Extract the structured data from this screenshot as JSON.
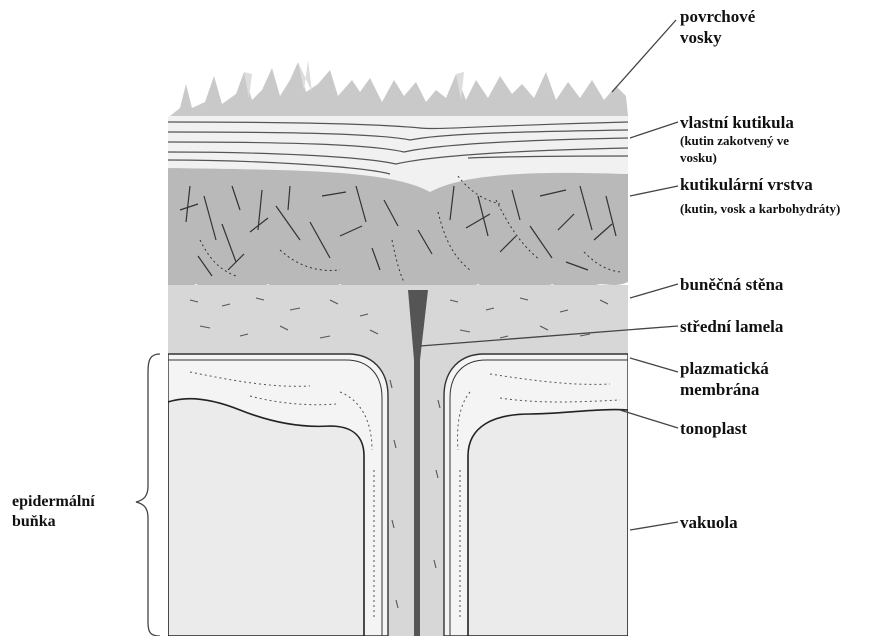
{
  "labels": {
    "surface_waxes": {
      "line1": "povrchové",
      "line2": "vosky"
    },
    "cuticle_proper": {
      "title": "vlastní kutikula",
      "note1": "(kutin zakotvený ve",
      "note2": "vosku)"
    },
    "cuticular_layer": {
      "title": "kutikulární vrstva",
      "note": "(kutin, vosk a karbohydráty)"
    },
    "cell_wall": "buněčná stěna",
    "middle_lamella": "střední lamela",
    "plasma_membrane": {
      "line1": "plazmatická",
      "line2": "membrána"
    },
    "tonoplast": "tonoplast",
    "vacuole": "vakuola",
    "epidermal_cell": {
      "line1": "epidermální",
      "line2": "buňka"
    }
  },
  "colors": {
    "wax": "#c9c9c9",
    "cuticle_proper": "#f1f1f1",
    "cuticular_layer": "#b9b9b9",
    "cell_wall": "#d7d7d7",
    "middle_lamella": "#555555",
    "vacuole": "#ebebeb",
    "cytoplasm": "#f4f4f4",
    "outline": "#333333"
  }
}
